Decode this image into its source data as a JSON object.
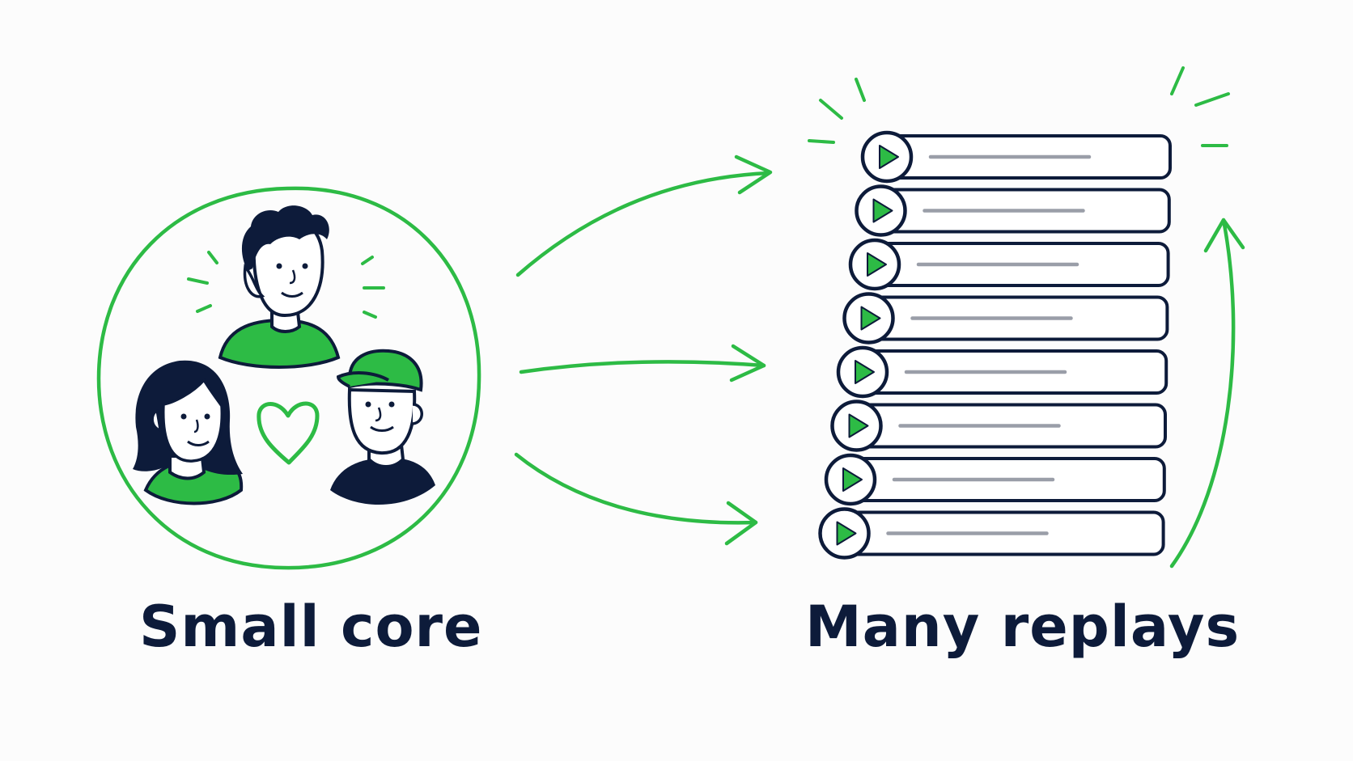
{
  "labels": {
    "left": "Small core",
    "right": "Many replays"
  },
  "colors": {
    "accent": "#2dbb45",
    "ink": "#0d1b3a",
    "line_gray": "#9a9ea8",
    "background": "#fcfcfc"
  },
  "core_group": {
    "people": [
      {
        "name": "person-curly-hair"
      },
      {
        "name": "person-long-hair"
      },
      {
        "name": "person-cap"
      }
    ],
    "center_icon": "heart-icon"
  },
  "replay_stack": {
    "item_count": 8,
    "item_icon": "play-icon"
  },
  "connectors": {
    "arrow_count": 3,
    "rising_arrow_icon": "arrow-up-icon"
  }
}
